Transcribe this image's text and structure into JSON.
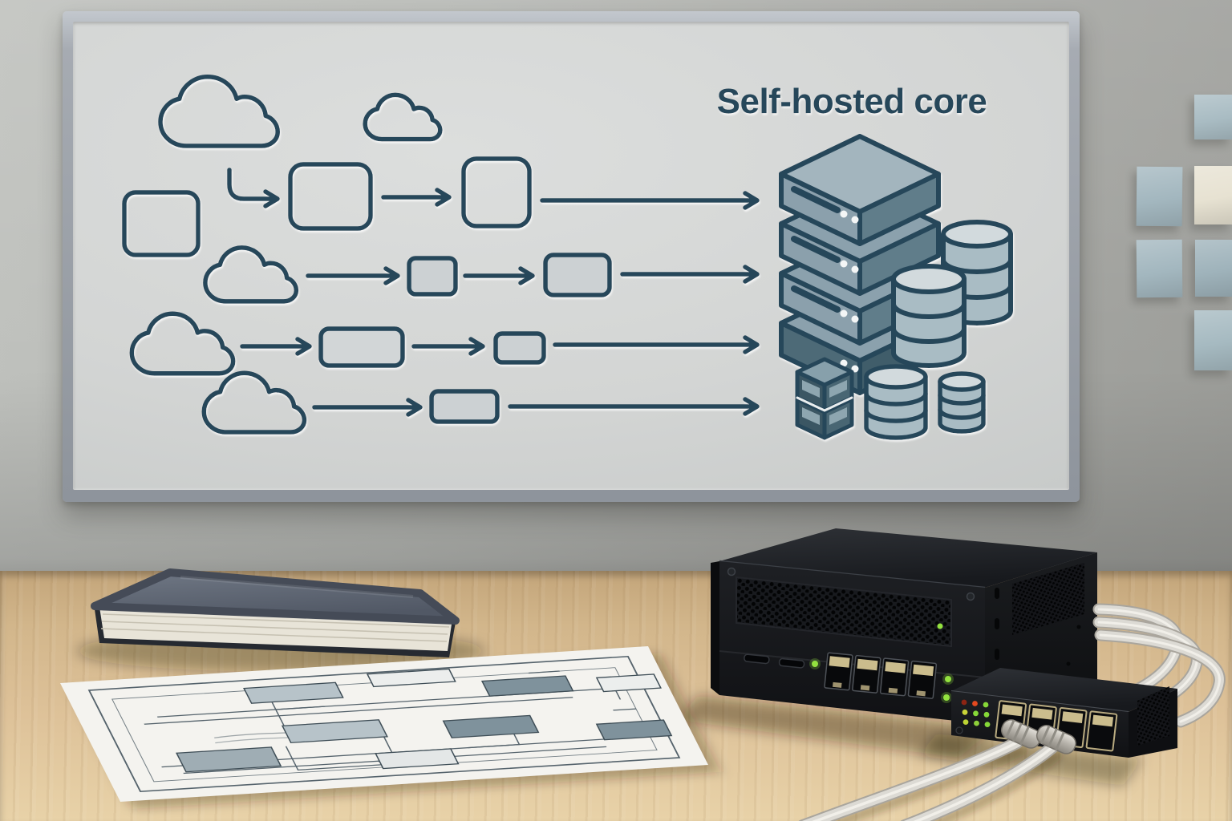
{
  "scene": {
    "description": "Office wall with a whiteboard architecture sketch above a wooden desk holding a closed notebook, a printed diagram sheet, a black mini PC server and a small network switch connected by white ethernet cables",
    "wall_color": "#b0b1ad",
    "desk_color": "#d8bc92"
  },
  "whiteboard": {
    "title": "Self-hosted core",
    "marker_color": "#27465a",
    "frame_color": "#9aa0a8",
    "board_color": "#d3d5d4",
    "flows": [
      {
        "row": 1,
        "source": "large-cloud",
        "boxes": 3,
        "target": "server-stack"
      },
      {
        "row": 2,
        "source": "cloud",
        "boxes": 2,
        "target": "server-stack"
      },
      {
        "row": 3,
        "source": "cloud",
        "boxes": 2,
        "target": "server-stack"
      },
      {
        "row": 4,
        "source": "cloud",
        "boxes": 1,
        "target": "storage-icons"
      }
    ],
    "icons": {
      "clouds": 5,
      "server_stack_units": 4,
      "server_indicator_dots_per_unit": 2,
      "databases_large": 2,
      "databases_small": 2,
      "container_stack_cubes": 2
    }
  },
  "sticky_notes": {
    "count": 6,
    "colors": [
      "#a9bcc3",
      "#a3b7bf",
      "#e7e2d2",
      "#a3b7bf",
      "#9fb3bb",
      "#a6bac1"
    ]
  },
  "notebook": {
    "cover_color": "#5a616e",
    "pages_color": "#e8e4d8"
  },
  "paper_diagram": {
    "paper_color": "#f4f3ef",
    "boxes_dark": 4,
    "boxes_medium": 3,
    "boxes_light": 2,
    "ink_color": "#55636c"
  },
  "mini_pc": {
    "body_color": "#17191c",
    "ethernet_ports": 4,
    "usb_slots": 2,
    "led_color": "#93e23f",
    "leds": [
      "#93e23f",
      "#93e23f",
      "#93e23f",
      "#93e23f"
    ]
  },
  "switch": {
    "body_color": "#141619",
    "ports": 4,
    "connected_cables": 2,
    "led_grid": [
      [
        "#8d2413",
        "#e4491f",
        "#86d838"
      ],
      [
        "#c9d438",
        "#86d838",
        "#86d838"
      ],
      [
        "#bdd334",
        "#8ed03a",
        "#86d838"
      ]
    ]
  },
  "cables": {
    "count": 4,
    "color": "#dcdad4"
  }
}
